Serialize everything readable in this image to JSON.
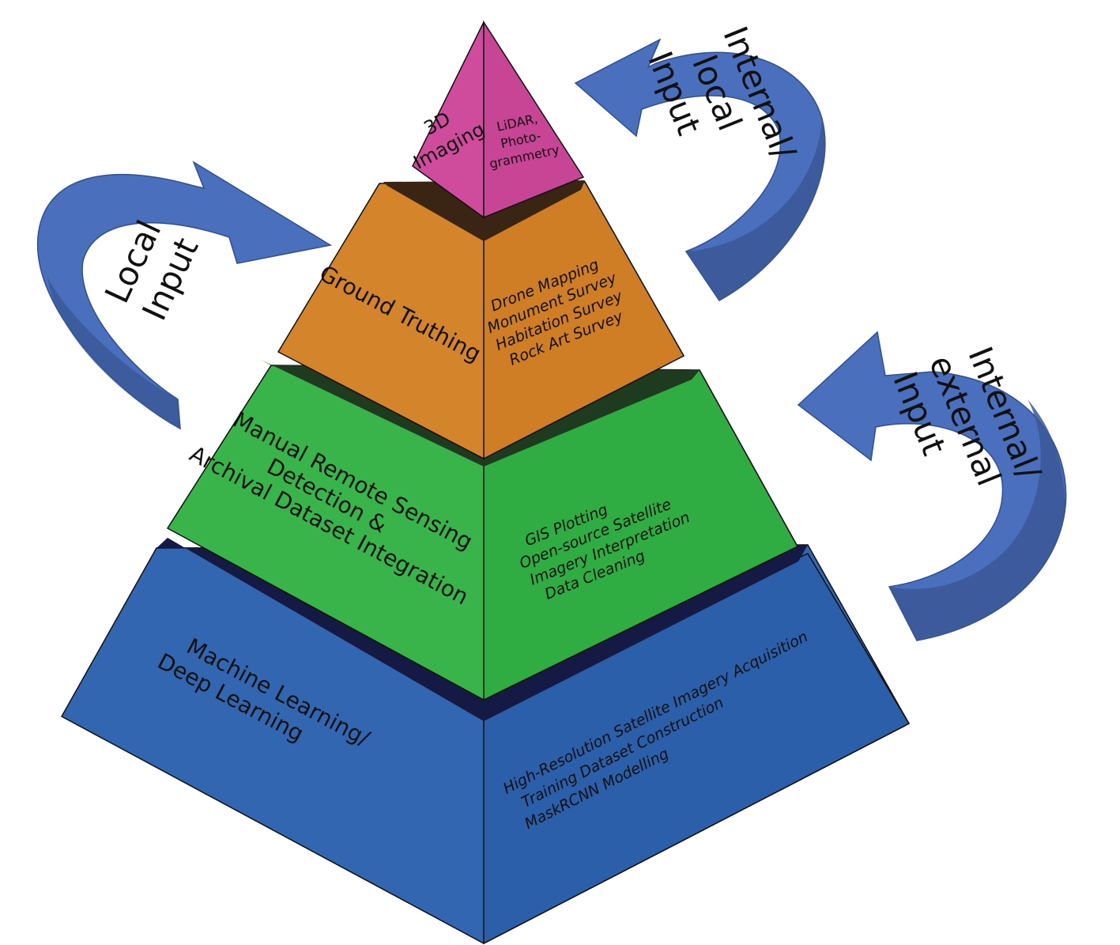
{
  "colors": {
    "tier_blue_front": "#3366b0",
    "tier_blue_side": "#2c5fa9",
    "tier_green_front": "#38b44a",
    "tier_green_side": "#2fac42",
    "tier_orange_front": "#d4852b",
    "tier_orange_side": "#cf7e26",
    "tier_pink_front": "#cf4c9d",
    "tier_pink_side": "#c84495",
    "arrow_blue": "#4a6fbd",
    "arrow_dark": "#3a5796",
    "outline": "#111111"
  },
  "tiers": [
    {
      "id": "apex",
      "title": "3D Imaging",
      "title_lines": [
        "3D",
        "Imaging"
      ],
      "methods": [
        "LiDAR,",
        "Photo-",
        "grammetry"
      ],
      "color": "pink"
    },
    {
      "id": "upper",
      "title": "Ground Truthing",
      "title_lines": [
        "Ground Truthing"
      ],
      "methods": [
        "Drone Mapping",
        "Monument Survey",
        "Habitation Survey",
        "Rock Art Survey"
      ],
      "color": "orange"
    },
    {
      "id": "middle",
      "title": "Manual Remote Sensing Detection & Archival Dataset Integration",
      "title_lines": [
        "Manual Remote Sensing",
        "Detection &",
        "Archival Dataset Integration"
      ],
      "methods": [
        "GIS Plotting",
        "Open-source Satellite",
        "Imagery Interpretation",
        "Data Cleaning"
      ],
      "color": "green"
    },
    {
      "id": "base",
      "title": "Machine Learning/ Deep Learning",
      "title_lines": [
        "Machine Learning/",
        "Deep Learning"
      ],
      "methods": [
        "High-Resolution Satellite Imagery Acquisition",
        "Training Dataset Construction",
        "MaskRCNN Modelling"
      ],
      "color": "blue"
    }
  ],
  "arrows": {
    "local": {
      "label_lines": [
        "Local",
        "Input"
      ]
    },
    "internal_local": {
      "label_lines": [
        "Internal/",
        "local",
        "Input"
      ]
    },
    "internal_external": {
      "label_lines": [
        "Internal/",
        "external",
        "Input"
      ]
    }
  }
}
